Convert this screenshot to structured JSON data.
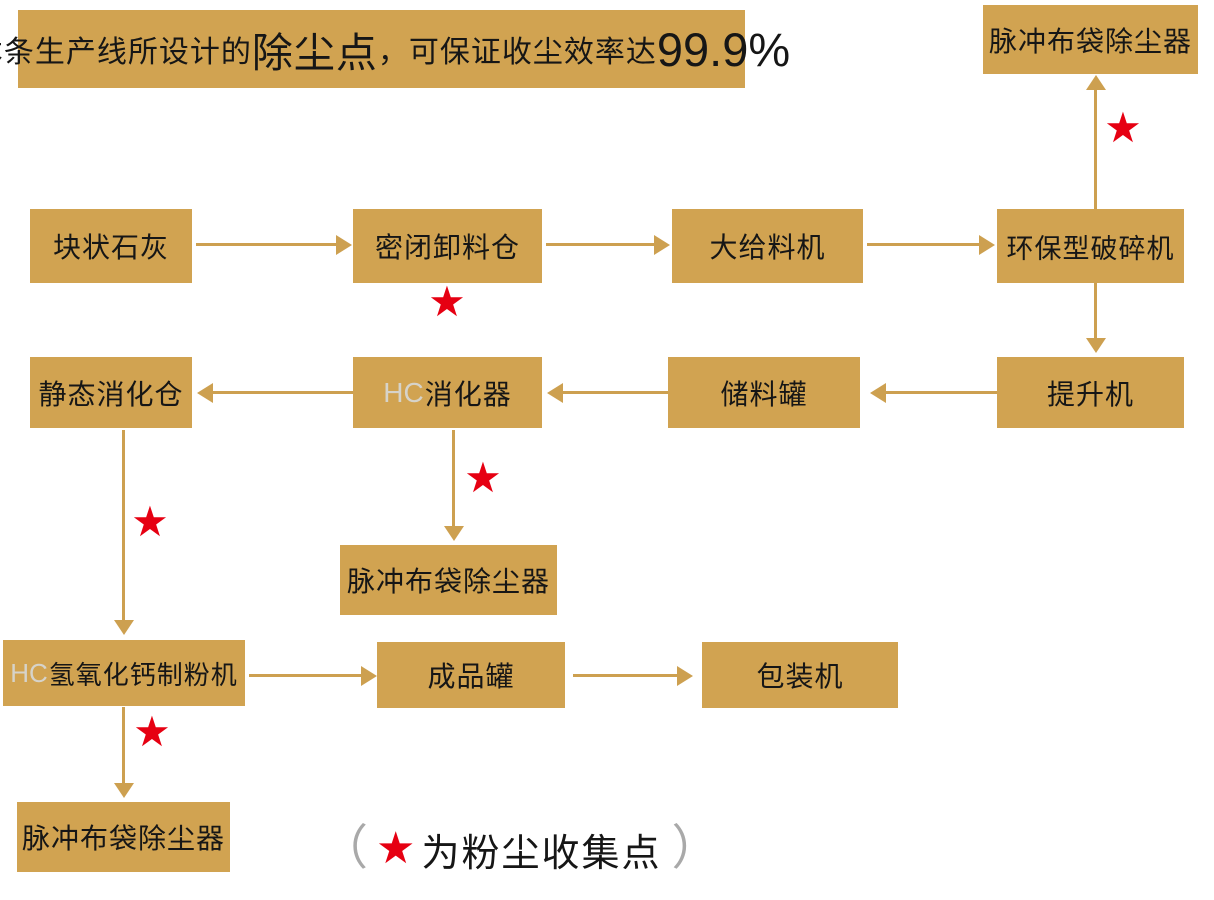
{
  "colors": {
    "box_gold": "#d1a351",
    "arrow_gold": "#cda050",
    "star_red": "#e60012",
    "text_dark": "#161616",
    "hc_light": "#d6d3ca",
    "paren_gray": "#a9a9a9"
  },
  "header": {
    "prefix": "本条生产线所设计的",
    "highlight": "除尘点",
    "middle": "，可保证收尘效率达",
    "percent": "99.9%"
  },
  "nodes": {
    "dust_collector_top": {
      "label": "脉冲布袋除尘器"
    },
    "lump_lime": {
      "label": "块状石灰"
    },
    "sealed_unloading_bin": {
      "label": "密闭卸料仓"
    },
    "big_feeder": {
      "label": "大给料机"
    },
    "eco_crusher": {
      "label": "环保型破碎机"
    },
    "static_digestion_bin": {
      "label": "静态消化仓"
    },
    "hc_digester": {
      "prefix": "HC",
      "label": "消化器"
    },
    "storage_tank": {
      "label": "储料罐"
    },
    "elevator": {
      "label": "提升机"
    },
    "dust_collector_mid": {
      "label": "脉冲布袋除尘器"
    },
    "hc_powder_machine": {
      "prefix": "HC",
      "label": "氢氧化钙制粉机"
    },
    "product_tank": {
      "label": "成品罐"
    },
    "packing_machine": {
      "label": "包装机"
    },
    "dust_collector_bottom": {
      "label": "脉冲布袋除尘器"
    }
  },
  "edges": [
    {
      "from": "lump_lime",
      "to": "sealed_unloading_bin"
    },
    {
      "from": "sealed_unloading_bin",
      "to": "big_feeder"
    },
    {
      "from": "big_feeder",
      "to": "eco_crusher"
    },
    {
      "from": "eco_crusher",
      "to": "dust_collector_top"
    },
    {
      "from": "eco_crusher",
      "to": "elevator"
    },
    {
      "from": "elevator",
      "to": "storage_tank"
    },
    {
      "from": "storage_tank",
      "to": "hc_digester"
    },
    {
      "from": "hc_digester",
      "to": "static_digestion_bin"
    },
    {
      "from": "hc_digester",
      "to": "dust_collector_mid"
    },
    {
      "from": "static_digestion_bin",
      "to": "hc_powder_machine"
    },
    {
      "from": "hc_powder_machine",
      "to": "product_tank"
    },
    {
      "from": "hc_powder_machine",
      "to": "dust_collector_bottom"
    },
    {
      "from": "product_tank",
      "to": "packing_machine"
    }
  ],
  "stars": {
    "glyph": "★",
    "meaning": "为粉尘收集点"
  },
  "legend": {
    "open_paren": "（",
    "star": "★",
    "text": "为粉尘收集点",
    "close_paren": "）"
  }
}
